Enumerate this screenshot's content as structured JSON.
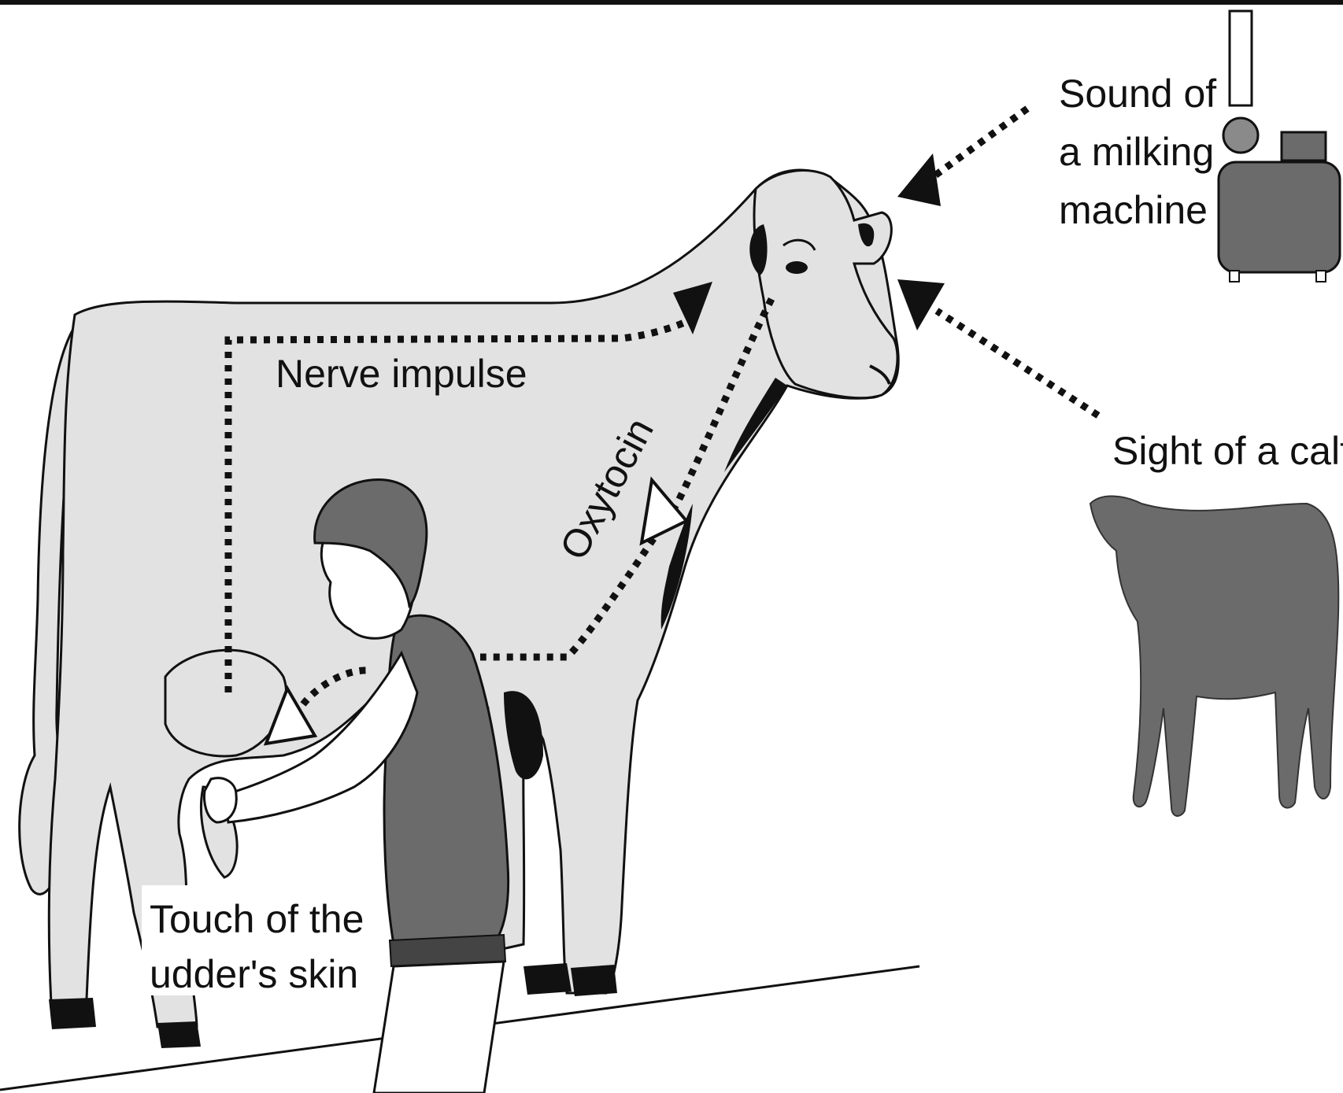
{
  "labels": {
    "sound_line1": "Sound of",
    "sound_line2": "a milking",
    "sound_line3": "machine",
    "sight": "Sight of a calf",
    "nerve": "Nerve impulse",
    "oxytocin": "Oxytocin",
    "touch_line1": "Touch of the",
    "touch_line2": "udder's skin"
  },
  "colors": {
    "cow_body": "#e2e2e2",
    "silhouette": "#6b6b6b",
    "ink": "#111111",
    "background": "#ffffff"
  }
}
